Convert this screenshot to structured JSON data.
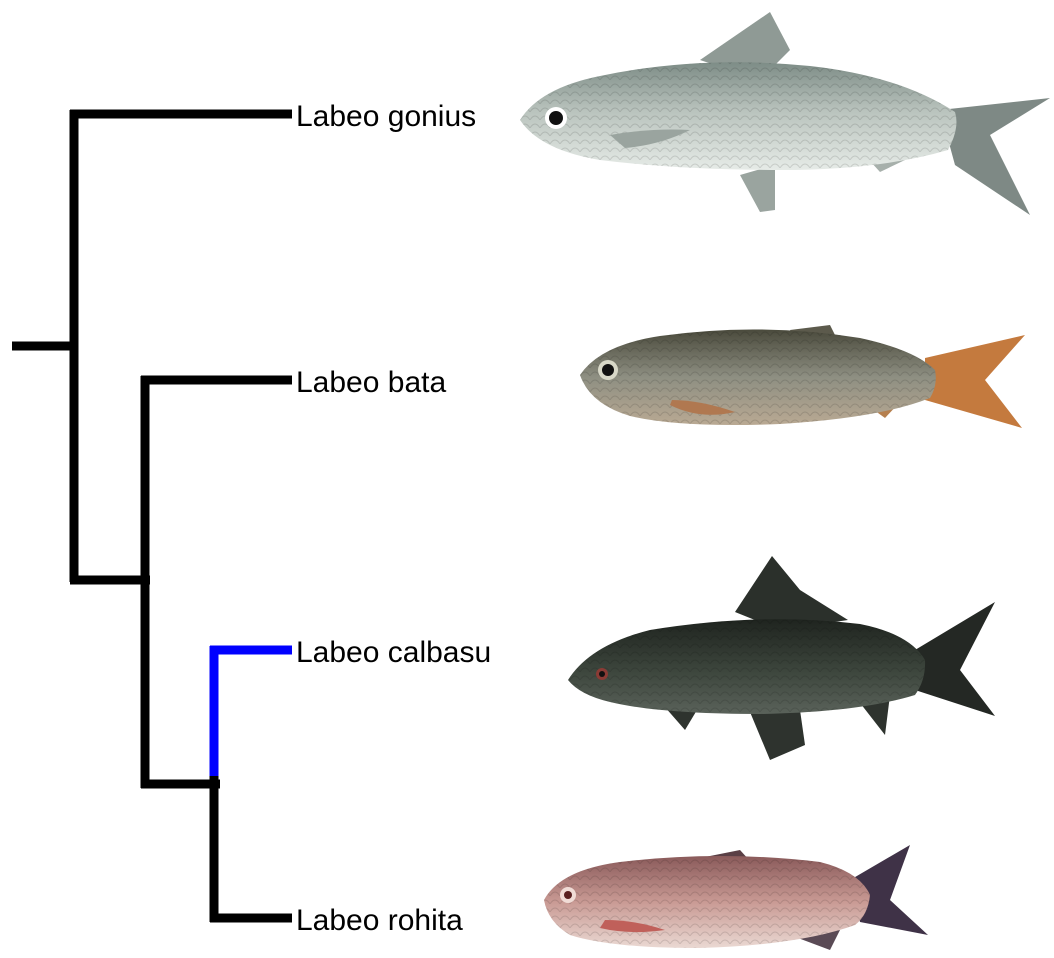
{
  "tree": {
    "taxa": [
      {
        "id": "gonius",
        "label": "Labeo gonius",
        "image": "silver-fish-illustration"
      },
      {
        "id": "bata",
        "label": "Labeo bata",
        "image": "olive-fish-illustration"
      },
      {
        "id": "calbasu",
        "label": "Labeo calbasu",
        "image": "dark-fish-illustration"
      },
      {
        "id": "rohita",
        "label": "Labeo rohita",
        "image": "reddish-fish-illustration"
      }
    ],
    "branch_color": "#000000",
    "highlight_color": "#0000ff",
    "highlighted_taxon": "Labeo calbasu"
  }
}
